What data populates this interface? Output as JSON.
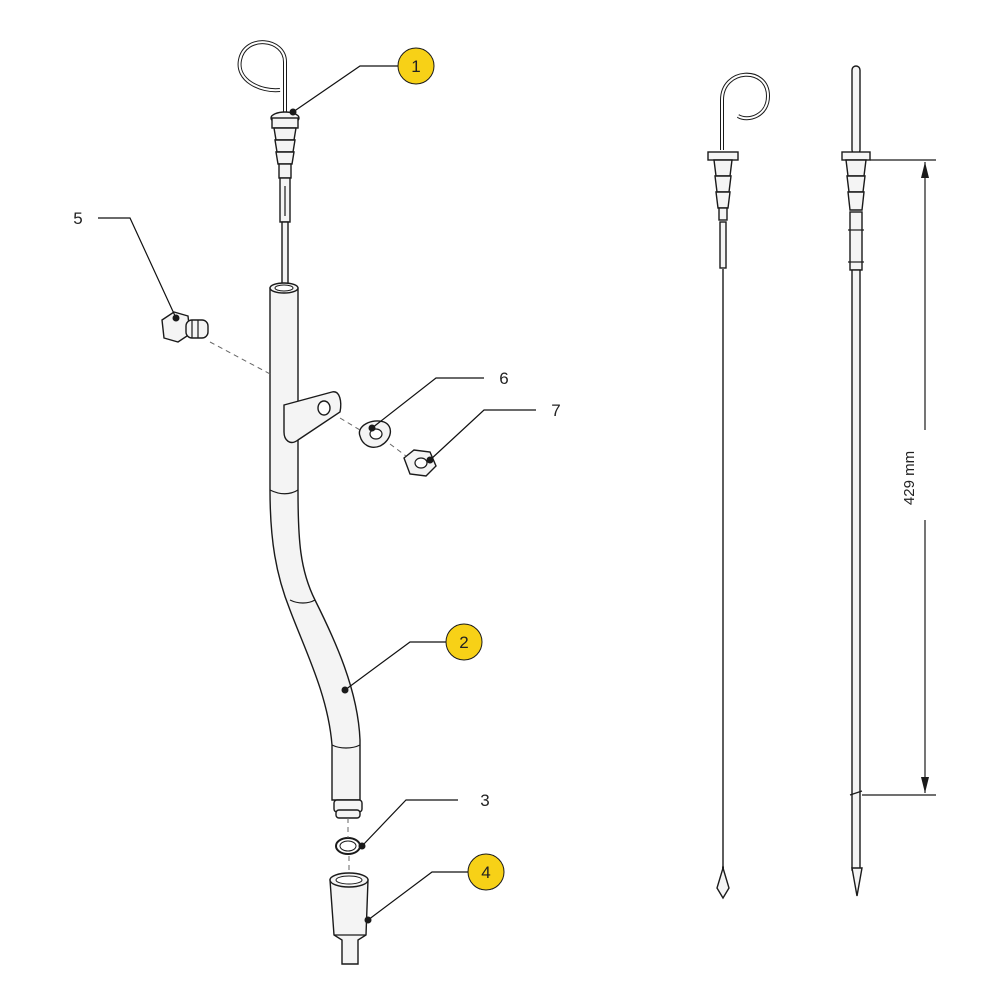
{
  "callouts": [
    {
      "id": "1",
      "label": "1",
      "highlight": true
    },
    {
      "id": "2",
      "label": "2",
      "highlight": true
    },
    {
      "id": "3",
      "label": "3",
      "highlight": false
    },
    {
      "id": "4",
      "label": "4",
      "highlight": true
    },
    {
      "id": "5",
      "label": "5",
      "highlight": false
    },
    {
      "id": "6",
      "label": "6",
      "highlight": false
    },
    {
      "id": "7",
      "label": "7",
      "highlight": false
    }
  ],
  "dimension": {
    "label": "429 mm"
  },
  "colors": {
    "highlight": "#f7d117",
    "line": "#1a1a1a",
    "part_fill": "#f4f4f4"
  }
}
